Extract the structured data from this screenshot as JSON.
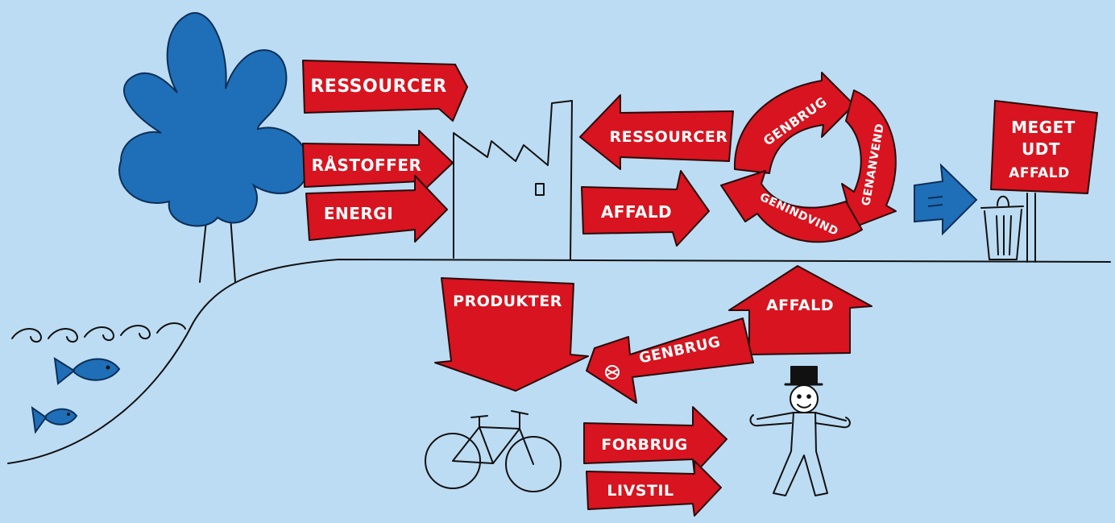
{
  "labels": {
    "ressourcer_in": "RESSOURCER",
    "rastoffer": "RÅSTOFFER",
    "energi": "ENERGI",
    "ressourcer_back": "RESSOURCER",
    "affald_out": "AFFALD",
    "genbrug_cycle": "GENBRUG",
    "genanvend": "GENANVEND",
    "genindvind": "GENINDVIND",
    "sign": [
      "MEGET",
      "UDT",
      "AFFALD"
    ],
    "produkter": "PRODUKTER",
    "affald_up": "AFFALD",
    "genbrug_bottom": "GENBRUG",
    "forbrug": "FORBRUG",
    "livstil": "LIVSTIL"
  },
  "colors": {
    "background": "#bcdcf3",
    "arrow_red": "#d7141f",
    "tree_blue": "#1e6fb8",
    "ink": "#111111"
  },
  "icons": [
    "tree-icon",
    "fish-icon",
    "factory-icon",
    "trash-can-icon",
    "bicycle-icon",
    "person-icon",
    "recycle-icon",
    "waves-icon"
  ]
}
